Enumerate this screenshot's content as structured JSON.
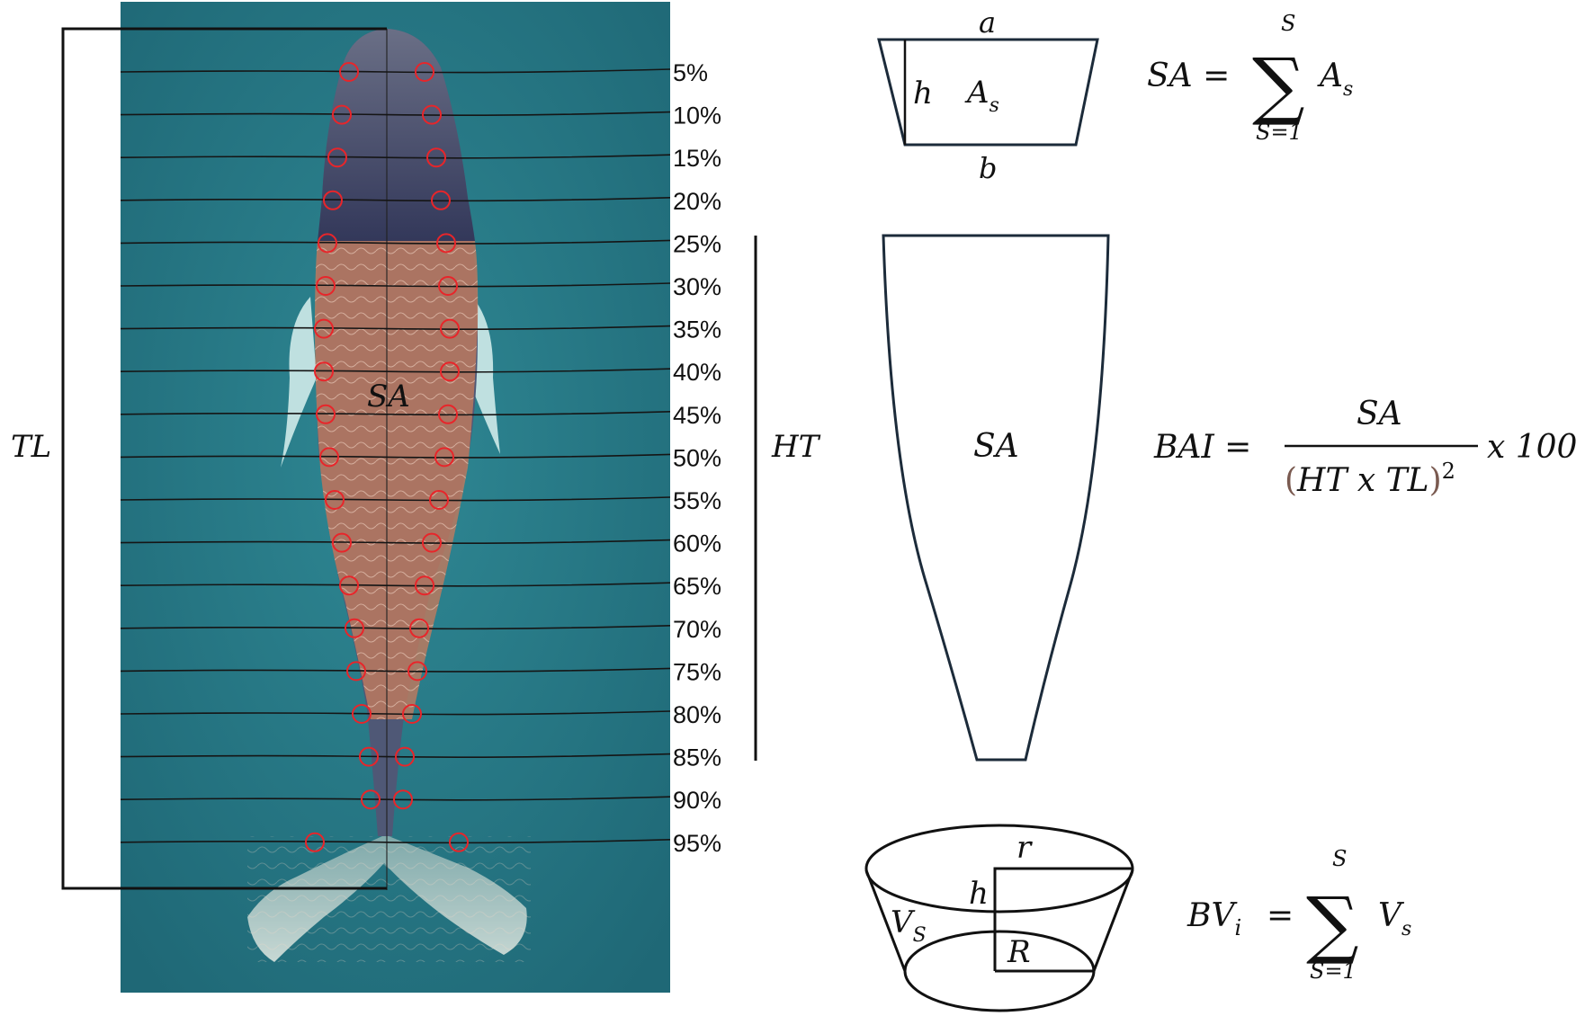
{
  "photo_panel": {
    "total_length_label": "TL",
    "head_tail_label": "HT",
    "surface_area_label": "SA",
    "percent_marks": [
      "5%",
      "10%",
      "15%",
      "20%",
      "25%",
      "30%",
      "35%",
      "40%",
      "45%",
      "50%",
      "55%",
      "60%",
      "65%",
      "70%",
      "75%",
      "80%",
      "85%",
      "90%",
      "95%"
    ]
  },
  "trapezoid": {
    "top_label": "a",
    "bottom_label": "b",
    "height_label": "h",
    "area_label": "A",
    "area_subscript": "s"
  },
  "formula_sa": {
    "lhs": "SA =",
    "sum_top": "S",
    "sum_bottom": "S=1",
    "term": "A",
    "term_subscript": "s"
  },
  "body_outline": {
    "label": "SA"
  },
  "formula_bai": {
    "lhs": "BAI =",
    "numerator": "SA",
    "denominator_open": "(",
    "denominator": "HT x TL",
    "denominator_close": ")",
    "exponent": "2",
    "multiplier": "x 100"
  },
  "frustum": {
    "top_radius_label": "r",
    "height_label": "h",
    "bottom_radius_label": "R",
    "volume_label": "V",
    "volume_subscript": "S"
  },
  "formula_bv": {
    "lhs": "BV",
    "lhs_subscript": "i",
    "equals": "=",
    "sum_top": "S",
    "sum_bottom": "S=1",
    "term": "V",
    "term_subscript": "s"
  },
  "colors": {
    "water": "#2a7c89",
    "overlay": "#c07a5e",
    "marker": "#e8252a",
    "paren": "#7a5a50",
    "line": "#111111"
  }
}
